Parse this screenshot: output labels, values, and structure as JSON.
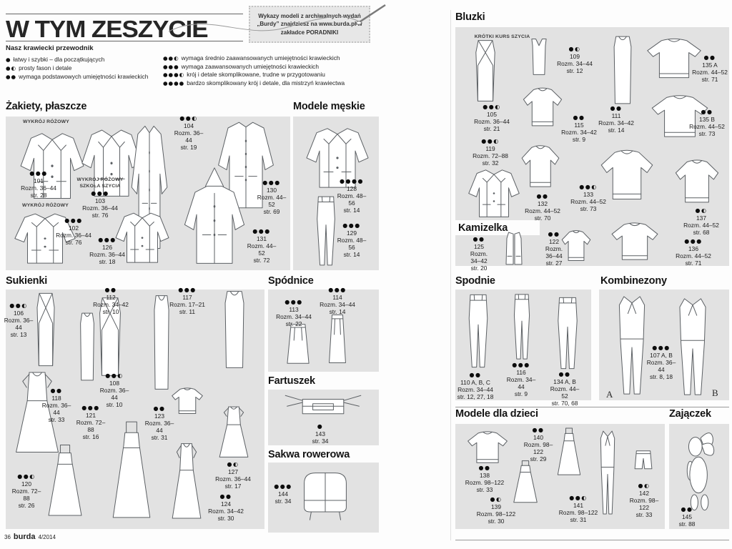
{
  "page": {
    "title": "W TYM ZESZYCIE",
    "stamp_note": "Wykazy modeli z archiwalnych wydań „Burdy” znajdziesz na www.burda.pl w zakładce PORADNIKI",
    "footer": {
      "page_no": "36",
      "brand": "burda",
      "issue": "4/2014"
    }
  },
  "legend": {
    "title": "Nasz krawiecki przewodnik",
    "col1": [
      {
        "dots": "●",
        "text": "łatwy i szybki – dla początkujących"
      },
      {
        "dots": "●◐",
        "text": "prosty fason i detale"
      },
      {
        "dots": "●●",
        "text": "wymaga podstawowych umiejętności krawieckich"
      }
    ],
    "col2": [
      {
        "dots": "●●◐",
        "text": "wymaga średnio zaawansowanych umiejętności krawieckich"
      },
      {
        "dots": "●●●",
        "text": "wymaga zaawansowanych umiejętności krawieckich"
      },
      {
        "dots": "●●●◐",
        "text": "krój i detale skomplikowane, trudne w przygotowaniu"
      },
      {
        "dots": "●●●●",
        "text": "bardzo skomplikowany krój i detale, dla mistrzyń krawiectwa"
      }
    ]
  },
  "sections": [
    {
      "id": "zakiety",
      "title": "Żakiety, płaszcze",
      "labels": [
        "WYKRÓJ RÓŻOWY",
        "WYKRÓJ RÓŻOWY SZKOŁA SZYCIA",
        "WYKRÓJ RÓŻOWY"
      ],
      "items": [
        {
          "dots": "●●●",
          "num": "101",
          "size": "Rozm. 36–44",
          "page": "str. 28"
        },
        {
          "dots": "●●●",
          "num": "103",
          "size": "Rozm. 36–44",
          "page": "str. 76"
        },
        {
          "dots": "●●◐",
          "num": "104",
          "size": "Rozm. 36–44",
          "page": "str. 19"
        },
        {
          "dots": "●●●",
          "num": "102",
          "size": "Rozm. 36–44",
          "page": "str. 76"
        },
        {
          "dots": "●●●",
          "num": "126",
          "size": "Rozm. 36–44",
          "page": "str. 18"
        },
        {
          "dots": "●●●",
          "num": "130",
          "size": "Rozm. 44–52",
          "page": "str. 69"
        },
        {
          "dots": "●●●",
          "num": "131",
          "size": "Rozm. 44–52",
          "page": "str. 72"
        }
      ]
    },
    {
      "id": "meskie",
      "title": "Modele męskie",
      "items": [
        {
          "dots": "●●●●",
          "num": "128",
          "size": "Rozm. 48–56",
          "page": "str. 14"
        },
        {
          "dots": "●●●",
          "num": "129",
          "size": "Rozm. 48–56",
          "page": "str. 14"
        }
      ]
    },
    {
      "id": "sukienki",
      "title": "Sukienki",
      "items": [
        {
          "dots": "●●◐",
          "num": "106",
          "size": "Rozm. 36–44",
          "page": "str. 13"
        },
        {
          "dots": "●●",
          "num": "112",
          "size": "Rozm. 34–42",
          "page": "str. 10"
        },
        {
          "dots": "●●●",
          "num": "117",
          "size": "Rozm. 17–21",
          "page": "str. 11"
        },
        {
          "dots": "●●◐",
          "num": "108",
          "size": "Rozm. 36–44",
          "page": "str. 10"
        },
        {
          "dots": "●●",
          "num": "118",
          "size": "Rozm. 36–44",
          "page": "str. 33"
        },
        {
          "dots": "●●●",
          "num": "121",
          "size": "Rozm. 72–88",
          "page": "str. 16"
        },
        {
          "dots": "●●",
          "num": "123",
          "size": "Rozm. 36–44",
          "page": "str. 31"
        },
        {
          "dots": "●●◐",
          "num": "120",
          "size": "Rozm. 72–88",
          "page": "str. 26"
        },
        {
          "dots": "●◐",
          "num": "127",
          "size": "Rozm. 36–44",
          "page": "str. 17"
        },
        {
          "dots": "●●",
          "num": "124",
          "size": "Rozm. 34–42",
          "page": "str. 30"
        }
      ]
    },
    {
      "id": "spodnice",
      "title": "Spódnice",
      "items": [
        {
          "dots": "●●●",
          "num": "113",
          "size": "Rozm. 34–44",
          "page": "str. 22"
        },
        {
          "dots": "●●●",
          "num": "114",
          "size": "Rozm. 34–44",
          "page": "str. 14"
        }
      ]
    },
    {
      "id": "fartuszek",
      "title": "Fartuszek",
      "items": [
        {
          "dots": "●",
          "num": "143",
          "page": "str. 34"
        }
      ]
    },
    {
      "id": "sakwa",
      "title": "Sakwa rowerowa",
      "items": [
        {
          "dots": "●●●",
          "num": "144",
          "page": "str. 34"
        }
      ]
    },
    {
      "id": "bluzki",
      "title": "Bluzki",
      "labels": [
        "KRÓTKI KURS SZYCIA"
      ],
      "items": [
        {
          "dots": "●●◐",
          "num": "105",
          "size": "Rozm. 36–44",
          "page": "str. 21"
        },
        {
          "dots": "●◐",
          "num": "109",
          "size": "Rozm. 34–44",
          "page": "str. 12"
        },
        {
          "dots": "●●",
          "num": "115",
          "size": "Rozm. 34–42",
          "page": "str. 9"
        },
        {
          "dots": "●●",
          "num": "135 A",
          "size": "Rozm. 44–52",
          "page": "str. 71"
        },
        {
          "dots": "●●",
          "num": "111",
          "size": "Rozm. 34–42",
          "page": "str. 14"
        },
        {
          "dots": "●●",
          "num": "135 B",
          "size": "Rozm. 44–52",
          "page": "str. 73"
        },
        {
          "dots": "●●◐",
          "num": "119",
          "size": "Rozm. 72–88",
          "page": "str. 32"
        },
        {
          "dots": "●●",
          "num": "132",
          "size": "Rozm. 44–52",
          "page": "str. 70"
        },
        {
          "dots": "●●◐",
          "num": "133",
          "size": "Rozm. 44–52",
          "page": "str. 73"
        },
        {
          "dots": "●◐",
          "num": "137",
          "size": "Rozm. 44–52",
          "page": "str. 68"
        },
        {
          "dots": "●●",
          "num": "122",
          "size": "Rozm. 36–44",
          "page": "str. 27"
        },
        {
          "dots": "●●●",
          "num": "136",
          "size": "Rozm. 44–52",
          "page": "str. 71"
        }
      ]
    },
    {
      "id": "kamizelka",
      "title": "Kamizelka",
      "items": [
        {
          "dots": "●●",
          "num": "125",
          "size": "Rozm. 34–42",
          "page": "str. 20"
        }
      ]
    },
    {
      "id": "spodnie",
      "title": "Spodnie",
      "items": [
        {
          "dots": "●●",
          "num": "110 A, B, C",
          "size": "Rozm. 34–44",
          "page": "str. 12, 27, 18"
        },
        {
          "dots": "●●●",
          "num": "116",
          "size": "Rozm. 34–44",
          "page": "str. 9"
        },
        {
          "dots": "●●",
          "num": "134 A, B",
          "size": "Rozm. 44–52",
          "page": "str. 70, 68"
        }
      ]
    },
    {
      "id": "kombinezony",
      "title": "Kombinezony",
      "letters": [
        "A",
        "B"
      ],
      "items": [
        {
          "dots": "●●●",
          "num": "107 A, B",
          "size": "Rozm. 36–44",
          "page": "str. 8, 18"
        }
      ]
    },
    {
      "id": "dzieci",
      "title": "Modele dla dzieci",
      "items": [
        {
          "dots": "●●",
          "num": "138",
          "size": "Rozm. 98–122",
          "page": "str. 33"
        },
        {
          "dots": "●●",
          "num": "140",
          "size": "Rozm. 98–122",
          "page": "str. 29"
        },
        {
          "dots": "●◐",
          "num": "139",
          "size": "Rozm. 98–122",
          "page": "str. 30"
        },
        {
          "dots": "●●◐",
          "num": "141",
          "size": "Rozm. 98–122",
          "page": "str. 31"
        },
        {
          "dots": "●◐",
          "num": "142",
          "size": "Rozm. 98–122",
          "page": "str. 33"
        }
      ]
    },
    {
      "id": "zajaczek",
      "title": "Zajączek",
      "items": [
        {
          "dots": "●●",
          "num": "145",
          "page": "str. 88"
        }
      ]
    }
  ]
}
